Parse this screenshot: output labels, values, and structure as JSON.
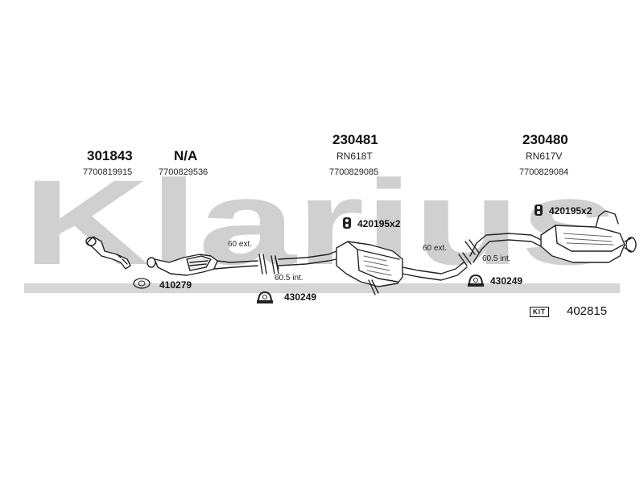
{
  "brand": {
    "watermark_text": "Klarius",
    "color": "#cfcfcf"
  },
  "columns": [
    {
      "part_no": "301843",
      "oem": "7700819915"
    },
    {
      "part_no": "N/A",
      "oem": "7700829536"
    },
    {
      "part_no": "230481",
      "code": "RN618T",
      "oem": "7700829085"
    },
    {
      "part_no": "230480",
      "code": "RN617V",
      "oem": "7700829084"
    }
  ],
  "accessories": {
    "gasket": "410279",
    "clamp_left": "430249",
    "clamp_right": "430249",
    "hanger_mid": "420195x2",
    "hanger_right": "420195x2"
  },
  "joints": {
    "left_ext": "60 ext.",
    "left_int": "60.5 int.",
    "right_ext": "60 ext.",
    "right_int": "60.5 int."
  },
  "kit": {
    "badge": "KIT",
    "number": "402815"
  },
  "icons": [
    "gasket-icon",
    "clamp-icon",
    "hanger-icon",
    "kit-icon"
  ]
}
